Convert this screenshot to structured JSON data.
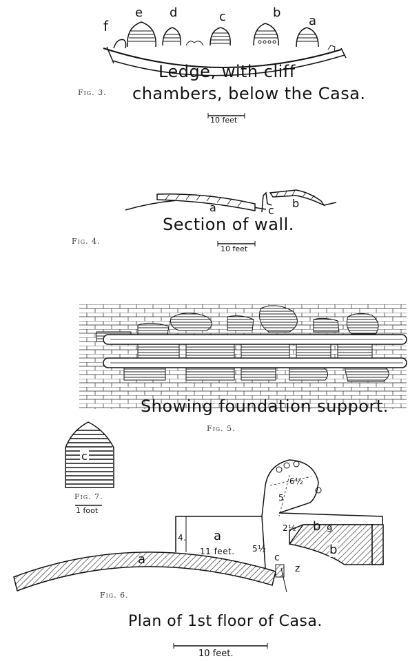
{
  "fig3": {
    "title_line1": "Ledge, with cliff",
    "title_line2": "chambers, below the Casa.",
    "fig_label": "Fig. 3.",
    "scale_label": "10 feet",
    "chamber_labels": [
      "f",
      "e",
      "d",
      "c",
      "b",
      "a"
    ]
  },
  "fig4": {
    "title": "Section of wall.",
    "fig_label": "Fig. 4.",
    "scale_label": "10 feet",
    "labels": [
      "a",
      "c",
      "b"
    ]
  },
  "fig5": {
    "title": "Showing foundation support.",
    "fig_label": "Fig. 5."
  },
  "fig7": {
    "fig_label": "Fig. 7.",
    "scale_label": "1 foot",
    "label": "c"
  },
  "fig6": {
    "title": "Plan of 1st floor of Casa.",
    "fig_label": "Fig. 6.",
    "scale_label": "10 feet.",
    "labels": {
      "left_wall": "a",
      "room": "a",
      "dim_room_width": "11 feet.",
      "dim_left": "4.",
      "dim_right": "5½",
      "dim_circle_diag": "6½",
      "dim_circle_inner": "5",
      "dim_b_room": "2½",
      "room_b": "b",
      "room_b_num": "9",
      "wall_b": "b",
      "c": "c",
      "z": "z"
    }
  }
}
